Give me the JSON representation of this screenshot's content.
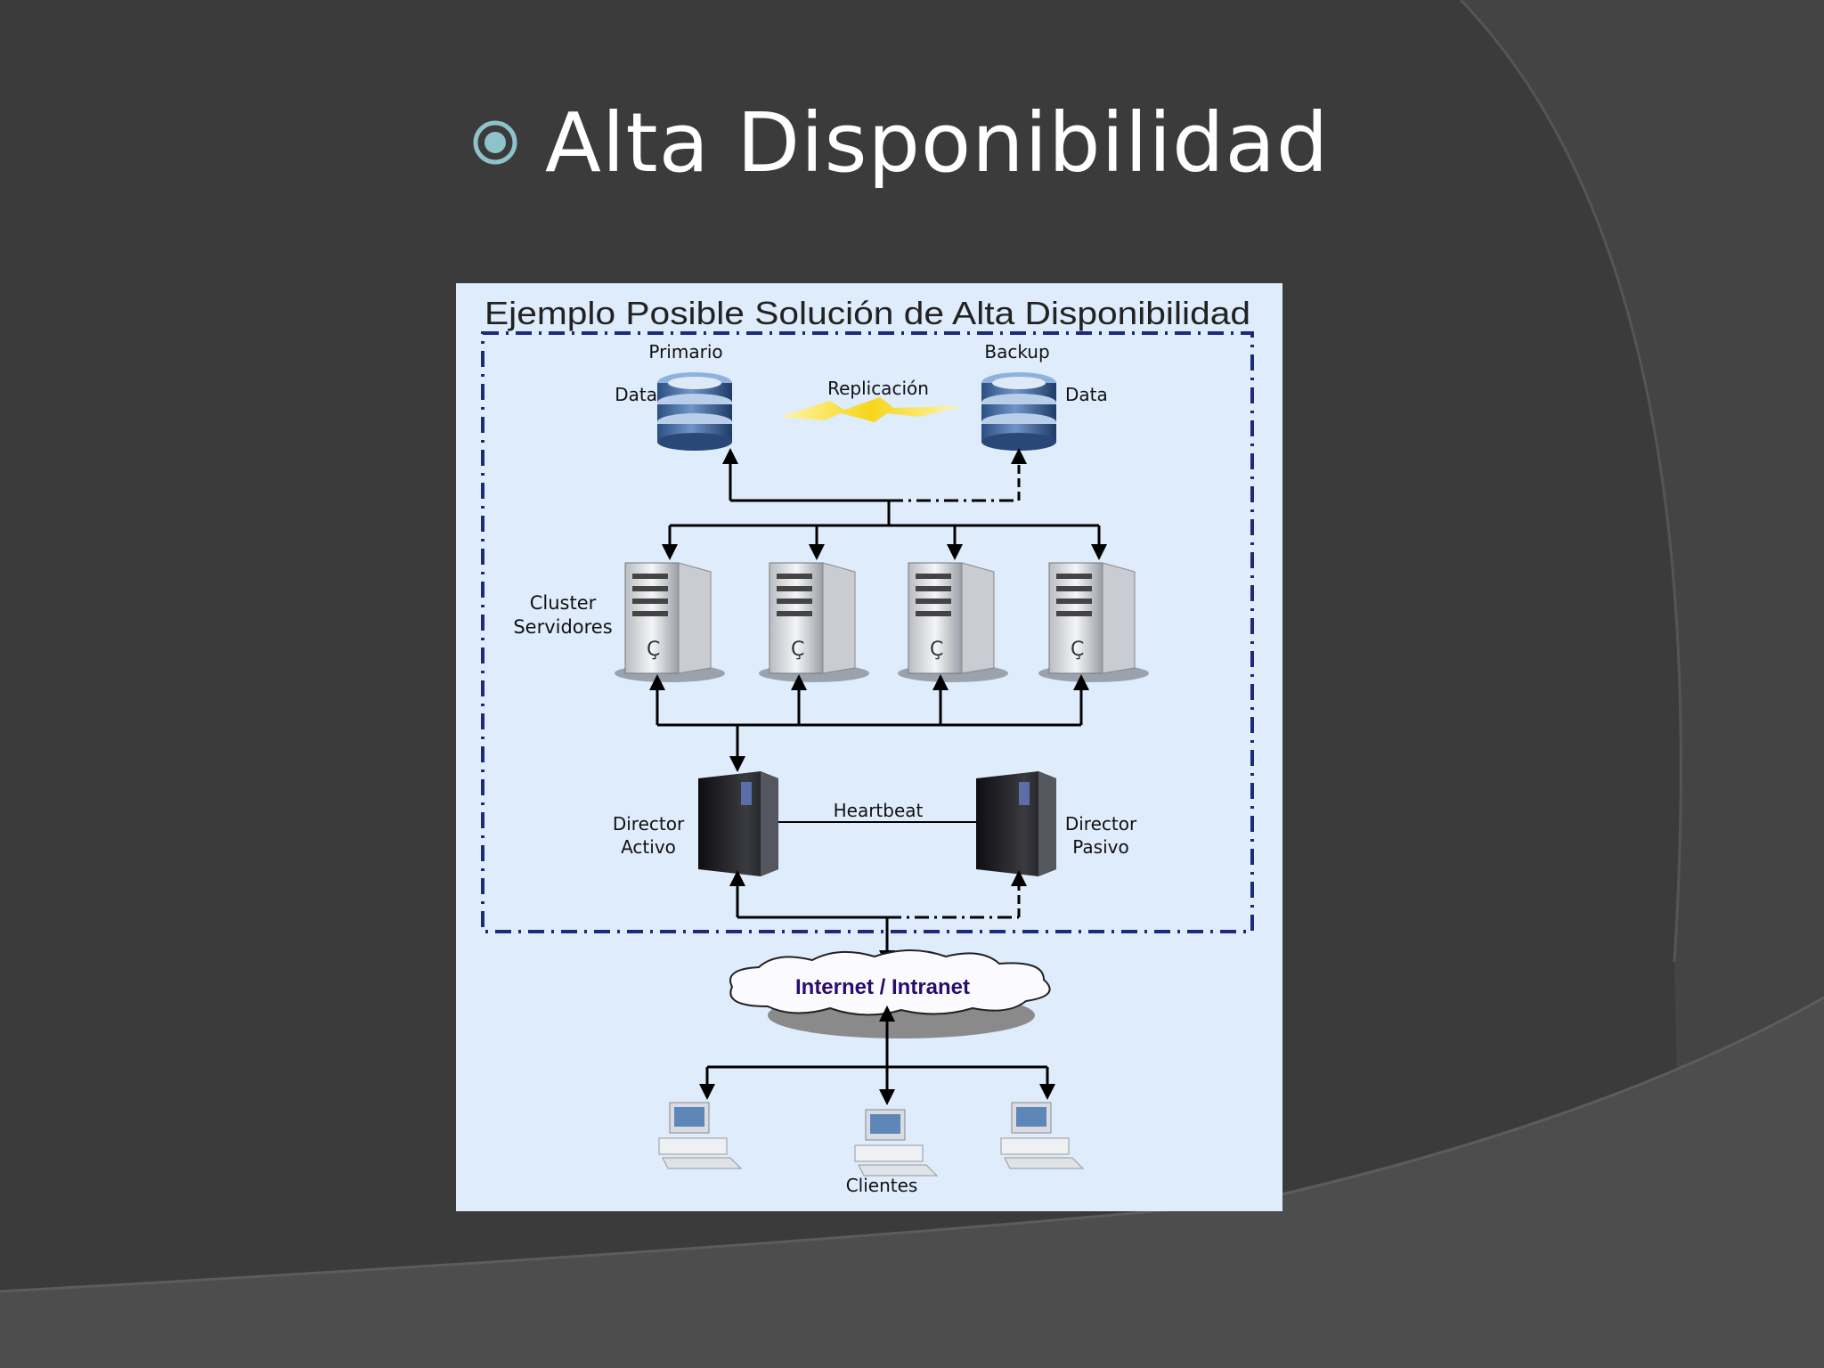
{
  "slide": {
    "title": "Alta Disponibilidad",
    "bullet_icon": "target-bullet-icon",
    "colors": {
      "background": "#3b3b3b",
      "accent": "#8fc3c9",
      "panel": "#deecfb",
      "frame": "#1d2a7a"
    }
  },
  "diagram": {
    "title": "Ejemplo Posible Solución de Alta Disponibilidad",
    "databases": {
      "primary_label": "Primario",
      "backup_label": "Backup",
      "primary_data_label": "Data",
      "backup_data_label": "Data",
      "replication_label": "Replicación",
      "icon": "database-icon"
    },
    "cluster": {
      "label_line1": "Cluster",
      "label_line2": "Servidores",
      "server_count": 4,
      "icon": "server-icon"
    },
    "directors": {
      "active_line1": "Director",
      "active_line2": "Activo",
      "passive_line1": "Director",
      "passive_line2": "Pasivo",
      "heartbeat_label": "Heartbeat",
      "icon": "tower-server-icon"
    },
    "network": {
      "label": "Internet / Intranet",
      "icon": "cloud-icon"
    },
    "clients": {
      "label": "Clientes",
      "count": 3,
      "icon": "computer-icon"
    }
  }
}
